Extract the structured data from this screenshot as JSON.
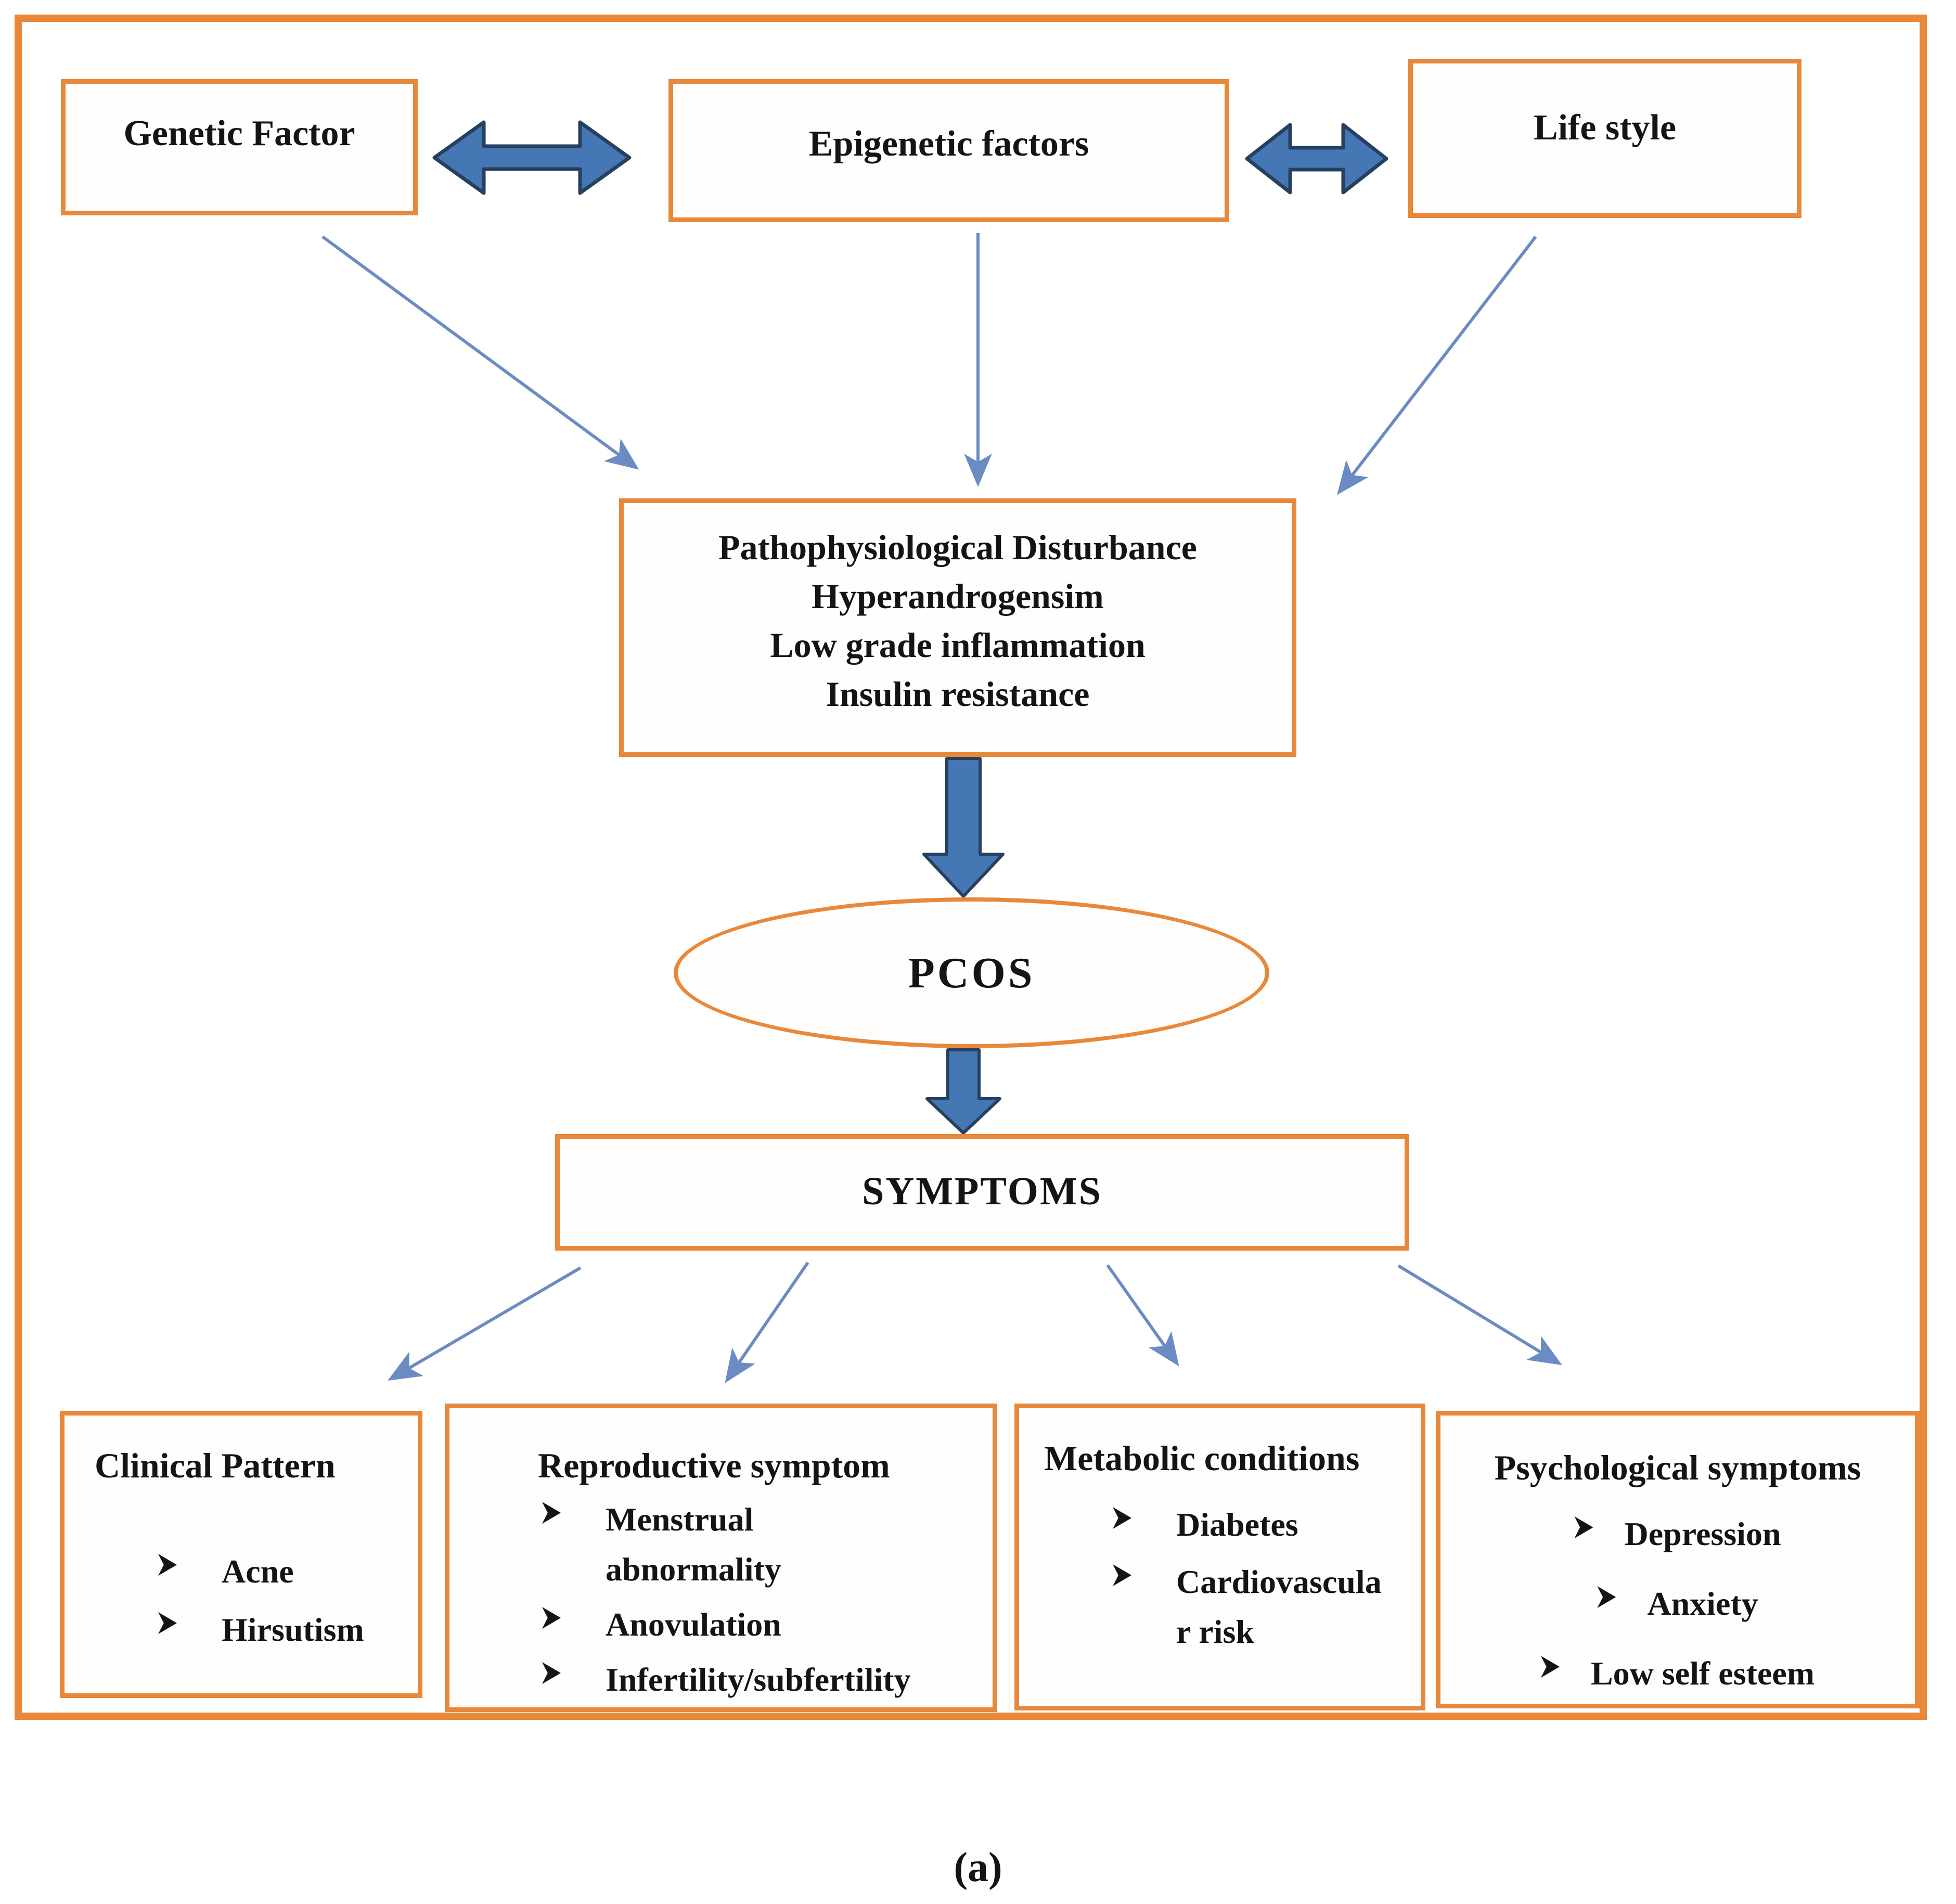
{
  "colors": {
    "box_border_orange": "#E8883B",
    "thick_arrow_fill": "#4577B4",
    "thick_arrow_stroke": "#26415F",
    "thin_arrow_blue": "#6A8CC3",
    "text": "#141414"
  },
  "top_row": [
    {
      "label": "Genetic Factor"
    },
    {
      "label": "Epigenetic factors"
    },
    {
      "label": "Life style"
    }
  ],
  "central_box": {
    "lines": [
      "Pathophysiological Disturbance",
      "Hyperandrogensim",
      "Low grade inflammation",
      "Insulin resistance"
    ]
  },
  "pcos_label": "PCOS",
  "symptoms_label": "SYMPTOMS",
  "bottom_row": [
    {
      "title": "Clinical Pattern",
      "items": [
        "Acne",
        "Hirsutism"
      ]
    },
    {
      "title": "Reproductive symptom",
      "items": [
        "Menstrual abnormality",
        "Anovulation",
        "Infertility/subfertility"
      ]
    },
    {
      "title": "Metabolic conditions",
      "items": [
        "Diabetes",
        "Cardiovascular risk"
      ]
    },
    {
      "title": "Psychological symptoms",
      "items": [
        "Depression",
        "Anxiety",
        "Low self esteem"
      ]
    }
  ],
  "caption": "(a)"
}
